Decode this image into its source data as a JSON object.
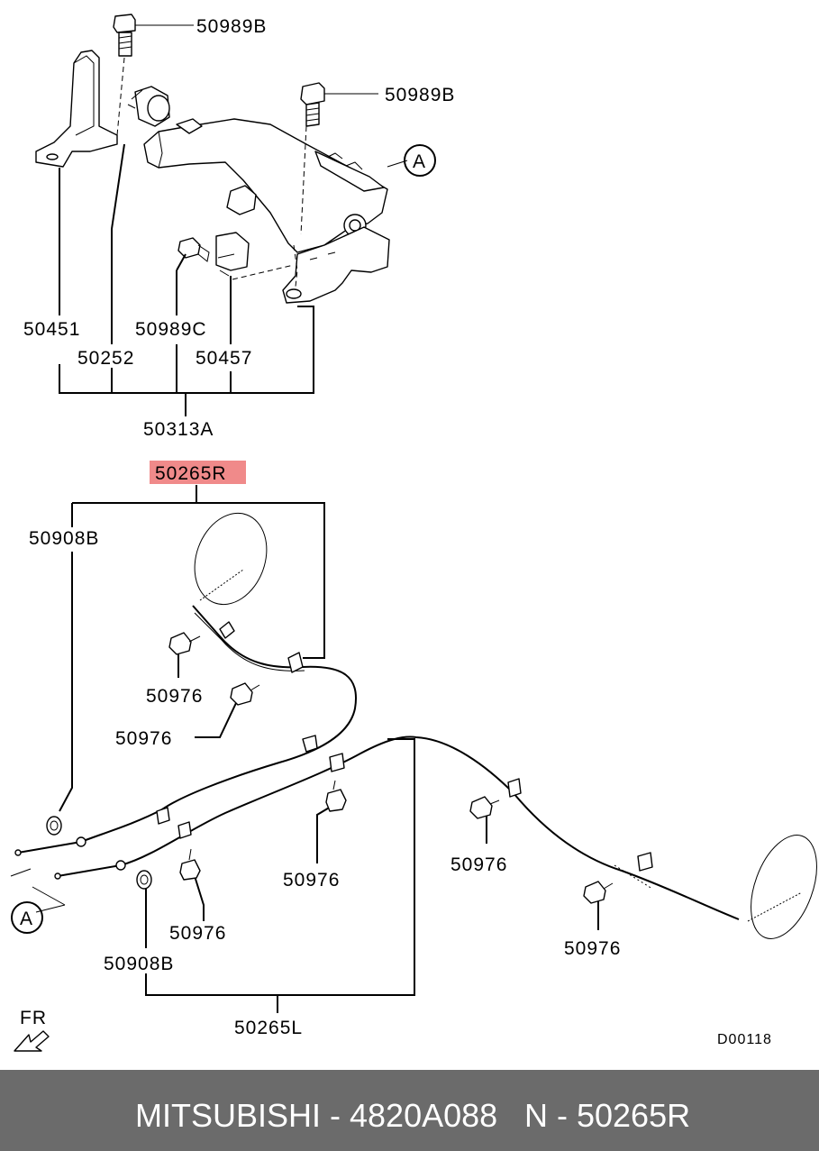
{
  "labels": {
    "b1": "50989B",
    "b2": "50989B",
    "callout_a_top": "A",
    "l50451": "50451",
    "l50252": "50252",
    "l50989c": "50989C",
    "l50457": "50457",
    "l50313a": "50313A",
    "l50265r": "50265R",
    "l50908b_top": "50908B",
    "l50976_1": "50976",
    "l50976_2": "50976",
    "l50976_3": "50976",
    "l50976_4": "50976",
    "l50976_5": "50976",
    "l50976_6": "50976",
    "l50908b_bottom": "50908B",
    "l50265l": "50265L",
    "callout_a_bottom": "A",
    "fr": "FR",
    "diagram_code": "D00118"
  },
  "colors": {
    "highlight": "#f08a8a",
    "footer_bg": "#6b6b6b",
    "footer_text": "#ffffff"
  },
  "footer": {
    "brand_part": "MITSUBISHI - 4820A088",
    "ref_part": "N - 50265R"
  }
}
